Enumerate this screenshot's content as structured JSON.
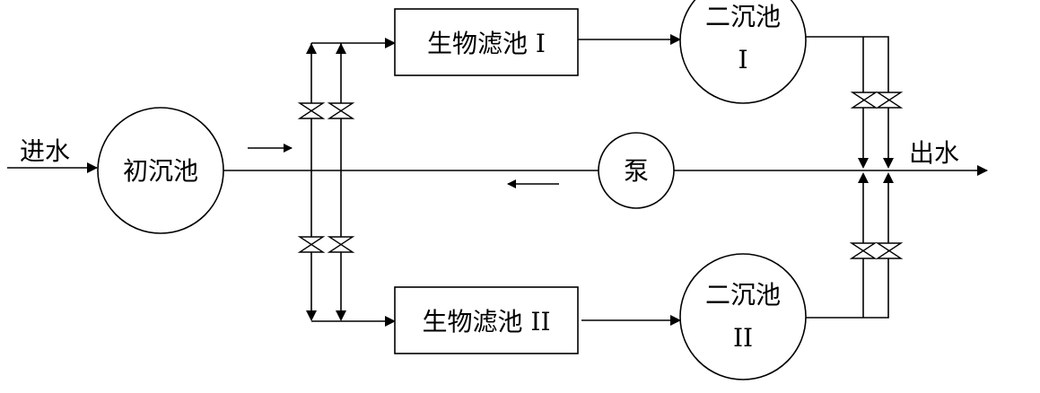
{
  "diagram": {
    "inlet_label": "进水",
    "outlet_label": "出水",
    "primary_clarifier": {
      "label": "初沉池"
    },
    "pump": {
      "label": "泵"
    },
    "biofilter_1": {
      "label": "生物滤池 I"
    },
    "biofilter_2": {
      "label": "生物滤池 II"
    },
    "secondary_clarifier_1": {
      "line1": "二沉池",
      "line2": "I"
    },
    "secondary_clarifier_2": {
      "line1": "二沉池",
      "line2": "II"
    },
    "flow_direction_forward": "right",
    "flow_direction_return": "left"
  }
}
